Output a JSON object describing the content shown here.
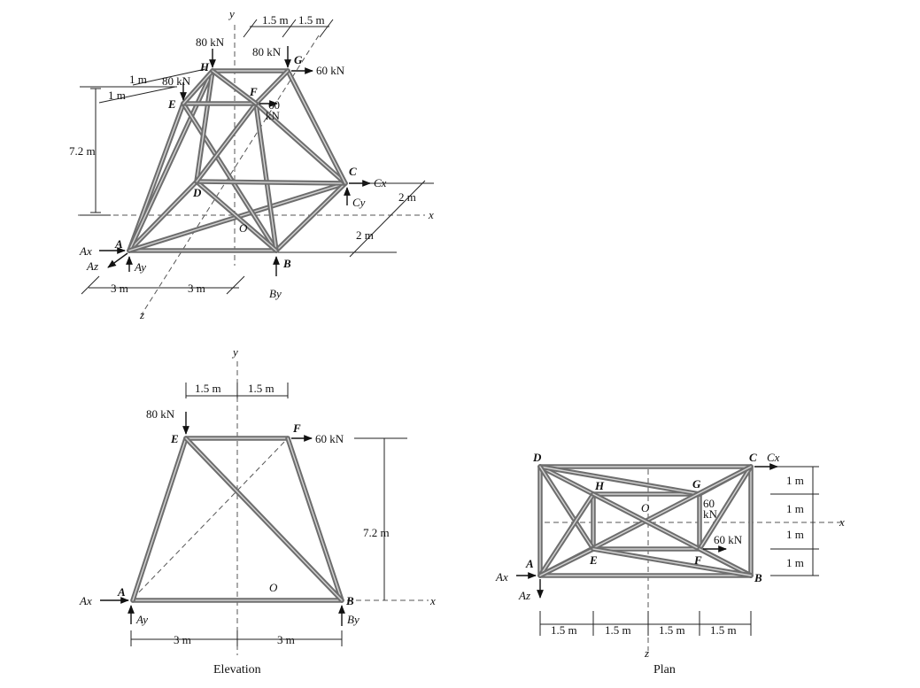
{
  "iso": {
    "labels": {
      "A": "A",
      "B": "B",
      "C": "C",
      "D": "D",
      "E": "E",
      "F": "F",
      "G": "G",
      "H": "H",
      "O": "O",
      "x": "x",
      "y": "y",
      "z": "z"
    },
    "loads": {
      "H": "80 kN",
      "G_down": "80 kN",
      "G_right": "60 kN",
      "E": "80 kN",
      "F_right_1": "60",
      "F_right_2": "kN"
    },
    "reactions": {
      "Ax": "Ax",
      "Az": "Az",
      "Ay": "Ay",
      "By": "By",
      "Cx": "Cx",
      "Cy": "Cy"
    },
    "dims": {
      "top_1": "1.5 m",
      "top_2": "1.5 m",
      "left_1": "1 m",
      "left_2": "1 m",
      "height": "7.2 m",
      "right_1": "2 m",
      "right_2": "2 m",
      "bottom_1": "3 m",
      "bottom_2": "3 m"
    }
  },
  "elevation": {
    "labels": {
      "E": "E",
      "F": "F",
      "A": "A",
      "B": "B",
      "O": "O",
      "x": "x",
      "y": "y"
    },
    "loads": {
      "E": "80 kN",
      "F": "60 kN"
    },
    "reactions": {
      "Ax": "Ax",
      "Ay": "Ay",
      "By": "By"
    },
    "dims": {
      "top_1": "1.5 m",
      "top_2": "1.5 m",
      "height": "7.2 m",
      "bottom_1": "3 m",
      "bottom_2": "3 m"
    },
    "caption": "Elevation"
  },
  "plan": {
    "labels": {
      "D": "D",
      "C": "C",
      "H": "H",
      "G": "G",
      "O": "O",
      "E": "E",
      "F": "F",
      "A": "A",
      "B": "B",
      "x": "x",
      "z": "z"
    },
    "loads": {
      "G_1": "60",
      "G_2": "kN",
      "F": "60 kN"
    },
    "reactions": {
      "Cx": "Cx",
      "Ax": "Ax",
      "Az": "Az"
    },
    "dims": {
      "right_1": "1 m",
      "right_2": "1 m",
      "right_3": "1 m",
      "right_4": "1 m",
      "bottom_1": "1.5 m",
      "bottom_2": "1.5 m",
      "bottom_3": "1.5 m",
      "bottom_4": "1.5 m"
    },
    "caption": "Plan"
  }
}
